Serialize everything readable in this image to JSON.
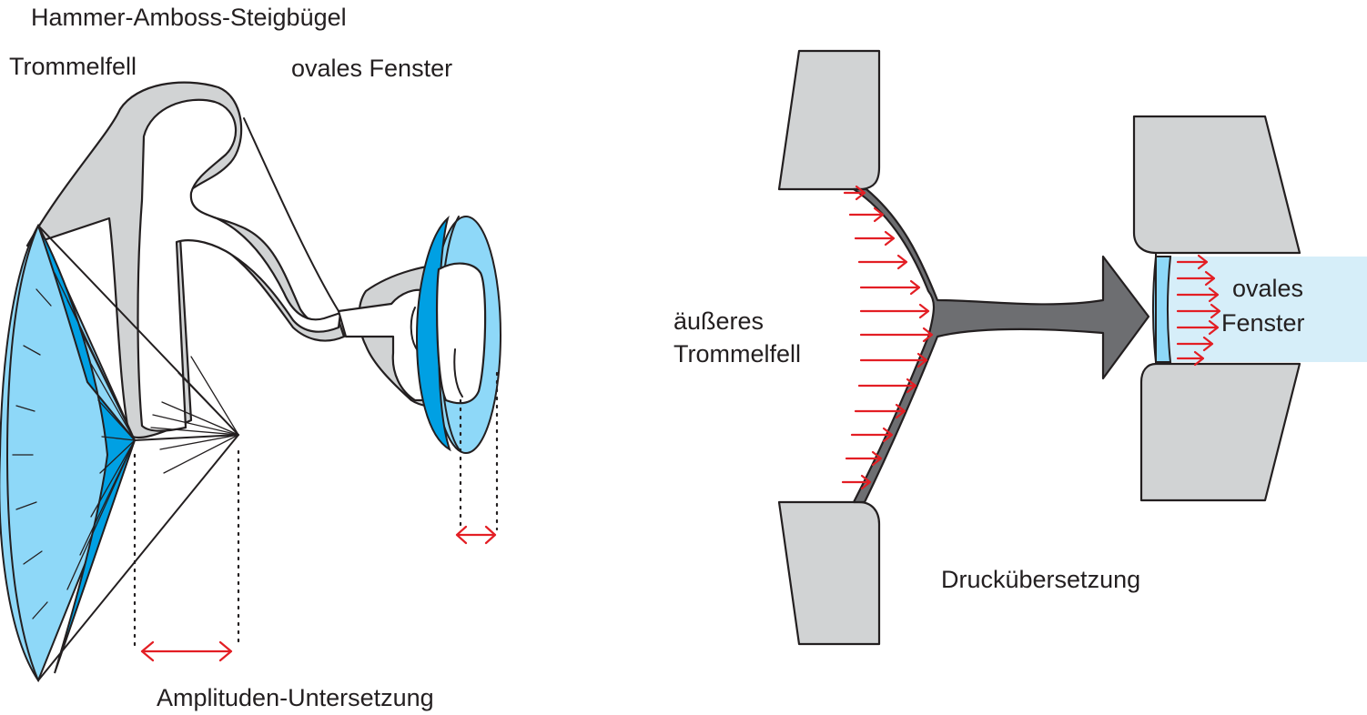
{
  "left_panel": {
    "label_ossicles": "Hammer-Amboss-Steigbügel",
    "label_eardrum": "Trommelfell",
    "label_oval_window": "ovales Fenster",
    "label_amplitude": "Amplituden-Untersetzung"
  },
  "right_panel": {
    "label_eardrum_line1": "äußeres",
    "label_eardrum_line2": "Trommelfell",
    "label_window_line1": "ovales",
    "label_window_line2": "Fenster",
    "label_pressure": "Druckübersetzung"
  },
  "colors": {
    "membrane_light": "#8ed8f8",
    "membrane_dark": "#00a0e3",
    "window_fill": "#d6eef9",
    "bone_gray": "#d1d3d4",
    "funnel_gray": "#6d6e71",
    "arrow_red": "#e31e24",
    "outline": "#231f20"
  }
}
